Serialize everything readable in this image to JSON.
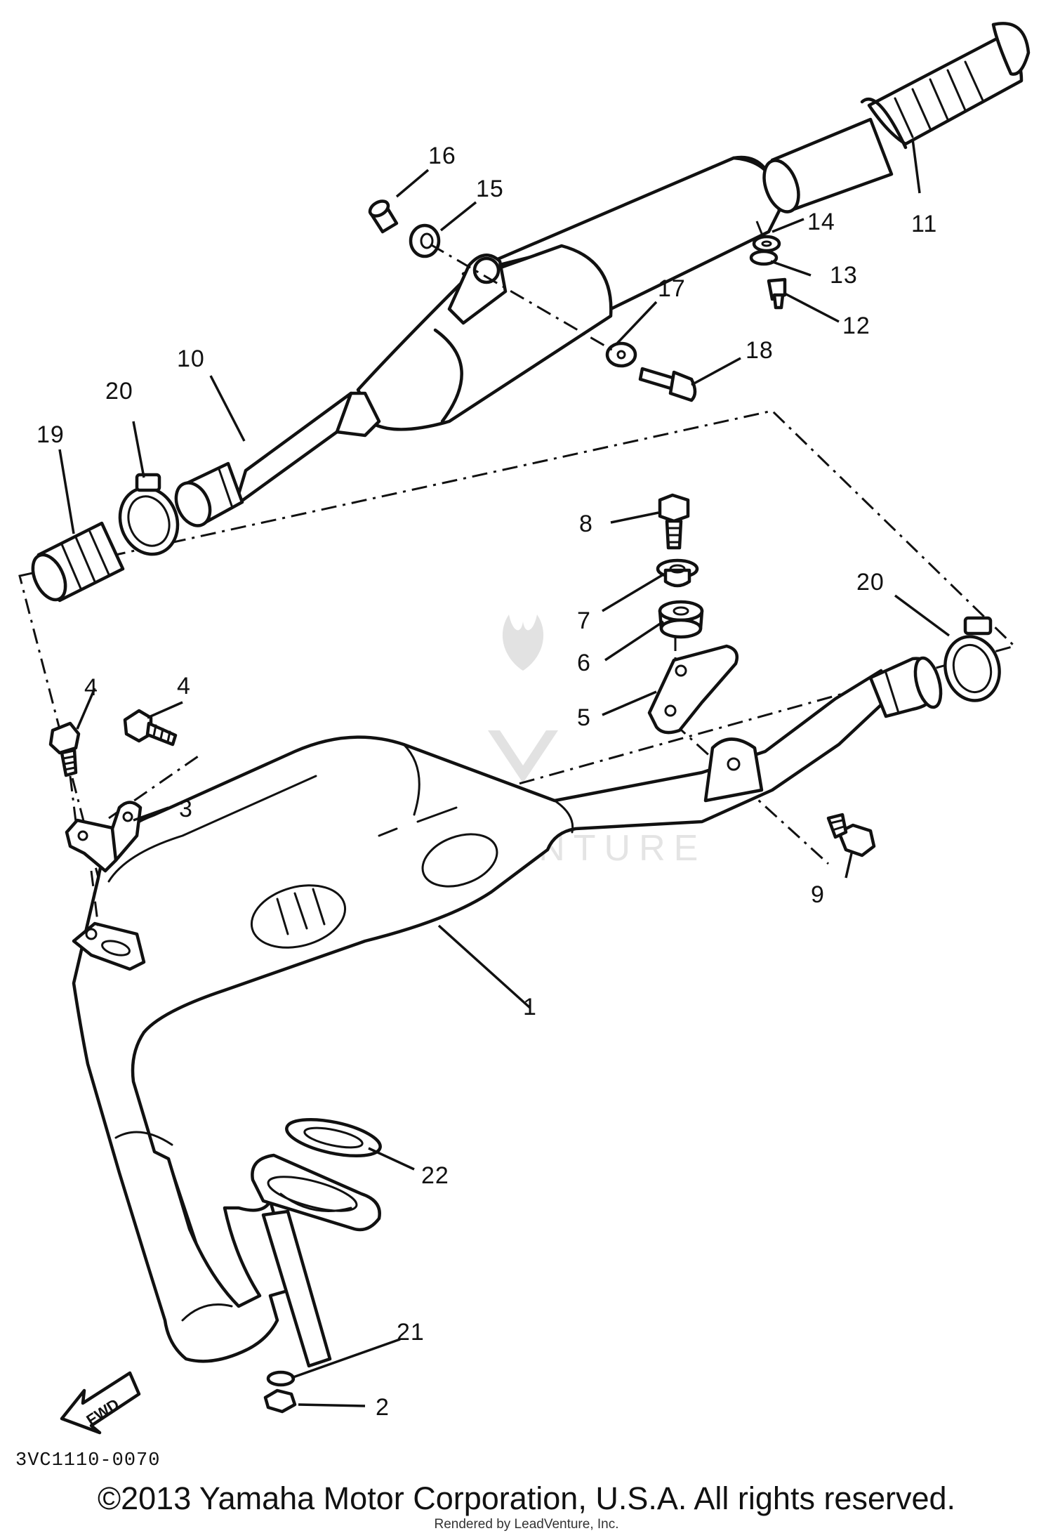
{
  "diagram": {
    "callouts": [
      "1",
      "2",
      "3",
      "4",
      "4",
      "5",
      "6",
      "7",
      "8",
      "9",
      "10",
      "11",
      "12",
      "13",
      "14",
      "15",
      "16",
      "17",
      "18",
      "19",
      "20",
      "20",
      "21",
      "22"
    ],
    "direction_label": "FWD",
    "watermark": "LEADVENTURE"
  },
  "footer": {
    "diagram_code": "3VC1110-0070",
    "copyright": "©2013 Yamaha Motor Corporation, U.S.A. All rights reserved.",
    "rendered_by": "Rendered by LeadVenture, Inc."
  },
  "colors": {
    "line": "#111111",
    "background": "#ffffff",
    "watermark": "#e2e2e2"
  }
}
